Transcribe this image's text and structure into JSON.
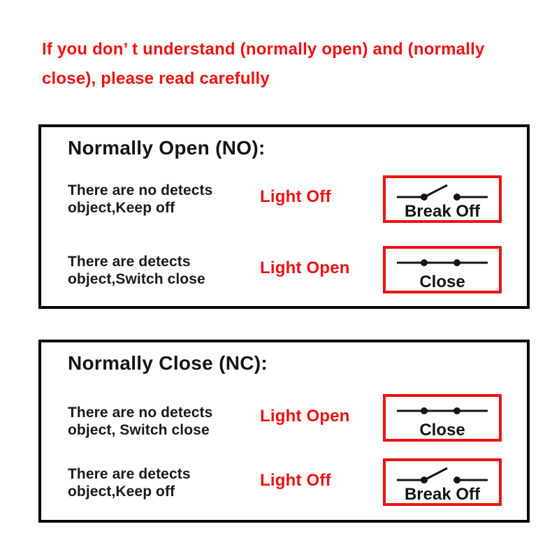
{
  "colors": {
    "accent_red": "#ee1111",
    "text_black": "#141414",
    "panel_border": "#000000",
    "background": "#ffffff"
  },
  "header": {
    "line1": "If you don’ t understand (normally open) and (normally",
    "line2": "close), please read carefully"
  },
  "sections": [
    {
      "title": "Normally Open (NO):",
      "rows": [
        {
          "desc_line1": "There are no detects",
          "desc_line2": "object,Keep off",
          "status": "Light Off",
          "switch_state": "open",
          "switch_label": "Break Off"
        },
        {
          "desc_line1": "There are detects",
          "desc_line2": "object,Switch close",
          "status": "Light Open",
          "switch_state": "closed",
          "switch_label": "Close"
        }
      ]
    },
    {
      "title": "Normally Close (NC):",
      "rows": [
        {
          "desc_line1": "There are no detects",
          "desc_line2": "object, Switch close",
          "status": "Light Open",
          "switch_state": "closed",
          "switch_label": "Close"
        },
        {
          "desc_line1": "There are detects",
          "desc_line2": "object,Keep off",
          "status": "Light Off",
          "switch_state": "open",
          "switch_label": "Break Off"
        }
      ]
    }
  ]
}
